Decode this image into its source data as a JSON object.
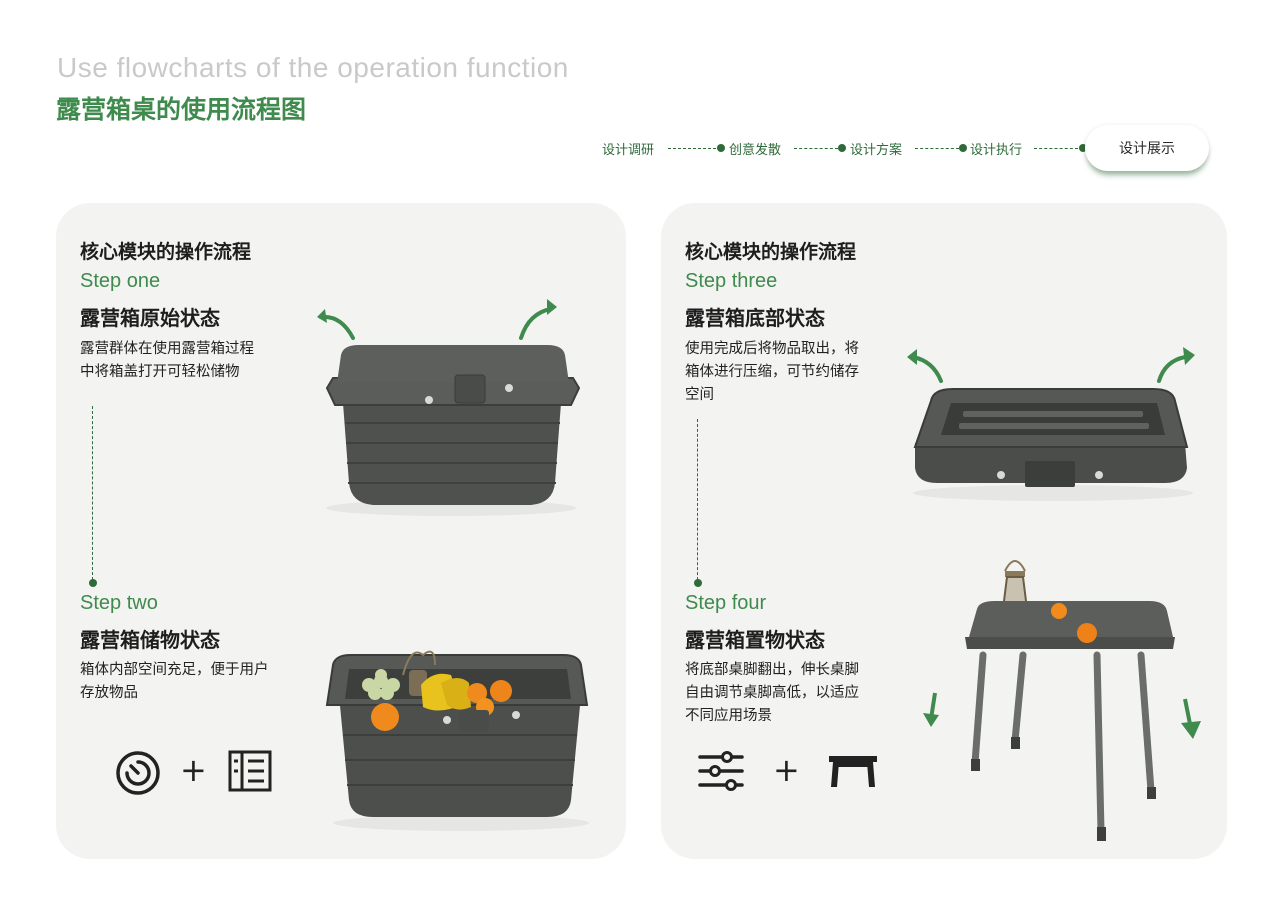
{
  "header": {
    "title_en": "Use flowcharts of the operation function",
    "title_cn": "露营箱桌的使用流程图"
  },
  "progress": {
    "steps": [
      "设计调研",
      "创意发散",
      "设计方案",
      "设计执行"
    ],
    "active": "设计展示"
  },
  "left_panel": {
    "heading": "核心模块的操作流程",
    "step1": {
      "label": "Step one",
      "title": "露营箱原始状态",
      "desc_line1": "露营群体在使用露营箱过程",
      "desc_line2": "中将箱盖打开可轻松储物"
    },
    "step2": {
      "label": "Step two",
      "title": "露营箱储物状态",
      "desc_line1": "箱体内部空间充足，便于用户",
      "desc_line2": "存放物品"
    },
    "plus": "+"
  },
  "right_panel": {
    "heading": "核心模块的操作流程",
    "step3": {
      "label": "Step three",
      "title": "露营箱底部状态",
      "desc_line1": "使用完成后将物品取出，将",
      "desc_line2": "箱体进行压缩，可节约储存",
      "desc_line3": "空间"
    },
    "step4": {
      "label": "Step four",
      "title": "露营箱置物状态",
      "desc_line1": "将底部桌脚翻出，伸长桌脚",
      "desc_line2": "自由调节桌脚高低，以适应",
      "desc_line3": "不同应用场景"
    },
    "plus": "+"
  },
  "colors": {
    "accent_green": "#3f8a4d",
    "dark_green": "#2f6b3a",
    "panel_bg": "#f3f3f2",
    "product_gray": "#4f524f",
    "title_gray": "#c9c9c9"
  },
  "icons": [
    "timer-icon",
    "checklist-icon",
    "sliders-icon",
    "table-icon",
    "curved-arrow-icon",
    "down-arrow-icon"
  ]
}
